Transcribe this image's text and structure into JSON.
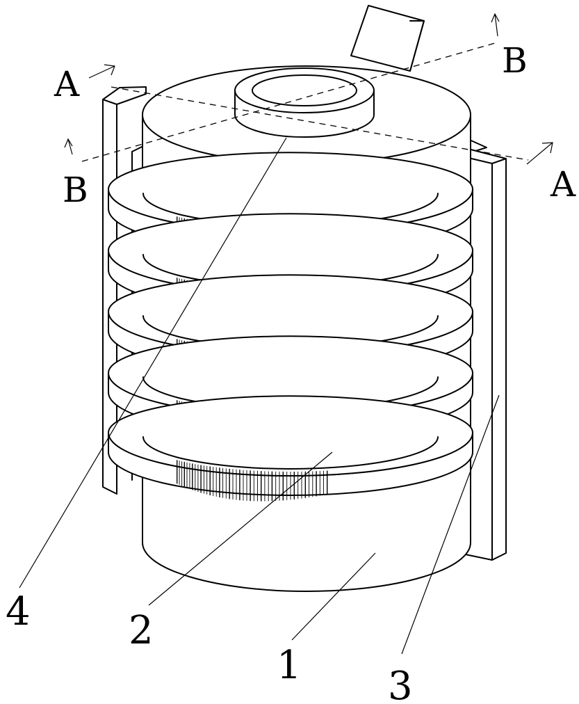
{
  "section_marks": {
    "a_left": "A",
    "a_right": "A",
    "b_left": "B",
    "b_right": "B"
  },
  "part_labels": {
    "p1": "1",
    "p2": "2",
    "p3": "3",
    "p4": "4"
  },
  "colors": {
    "line": "#000000",
    "background": "#ffffff"
  }
}
